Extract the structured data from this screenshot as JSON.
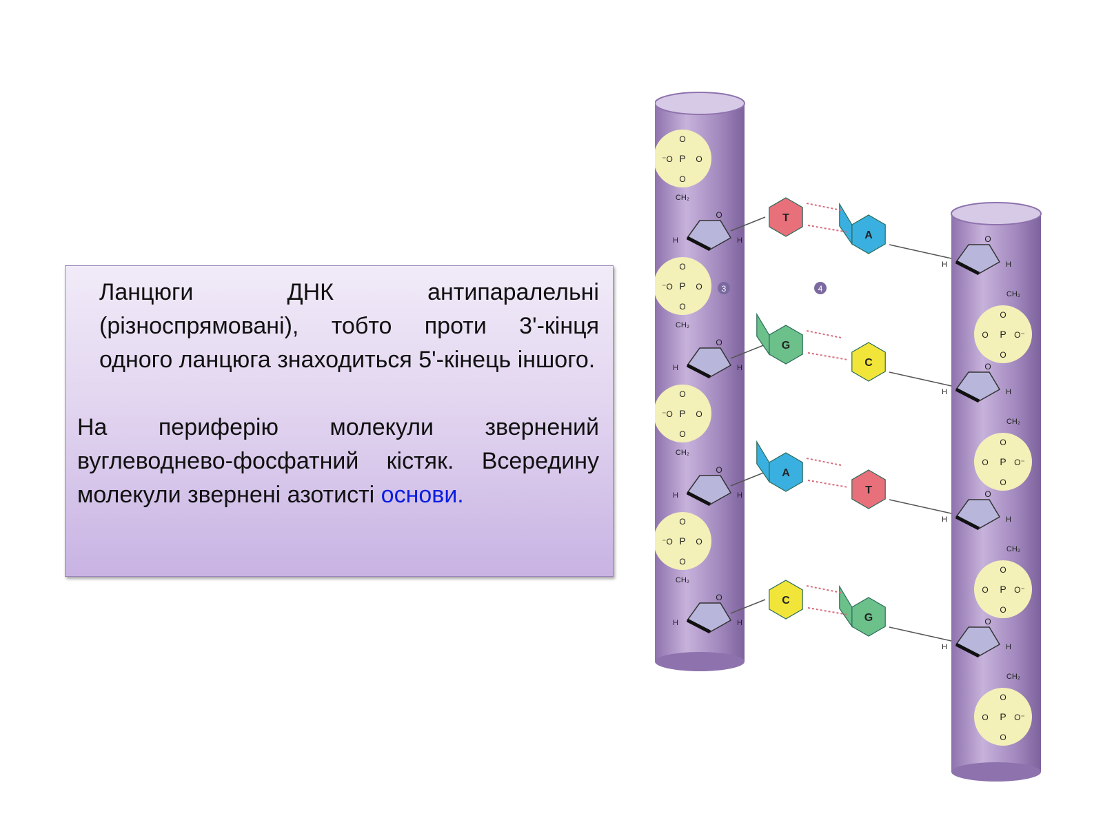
{
  "text": {
    "p1": "Ланцюги ДНК антипаралельні (різноспрямовані), тобто проти 3'-кінця одного ланцюга знаходиться 5'-кінець іншого.",
    "p2_a": "На периферію молекули звернений вуглеводнево-фосфатний кістяк. Всередину молекули звернені азотисті ",
    "p2_b": "основи."
  },
  "diagram": {
    "marker_3": "3",
    "marker_4": "4",
    "phosphate": {
      "o": "O",
      "p": "P",
      "o_minus": "⁻O",
      "minus": "O⁻",
      "ch2": "CH₂"
    },
    "pairs": [
      {
        "left_base": "T",
        "right_base": "A",
        "left_color": "#e8707a",
        "right_color": "#3ab0e0"
      },
      {
        "left_base": "G",
        "right_base": "C",
        "left_color": "#6cc08a",
        "right_color": "#f2e53a"
      },
      {
        "left_base": "A",
        "right_base": "T",
        "left_color": "#3ab0e0",
        "right_color": "#e8707a"
      },
      {
        "left_base": "C",
        "right_base": "G",
        "left_color": "#f2e53a",
        "right_color": "#6cc08a"
      }
    ],
    "colors": {
      "pillar": "#a78cc2",
      "phosphate_fill": "#f3f0b8",
      "sugar_fill": "#b9b6dc"
    }
  }
}
